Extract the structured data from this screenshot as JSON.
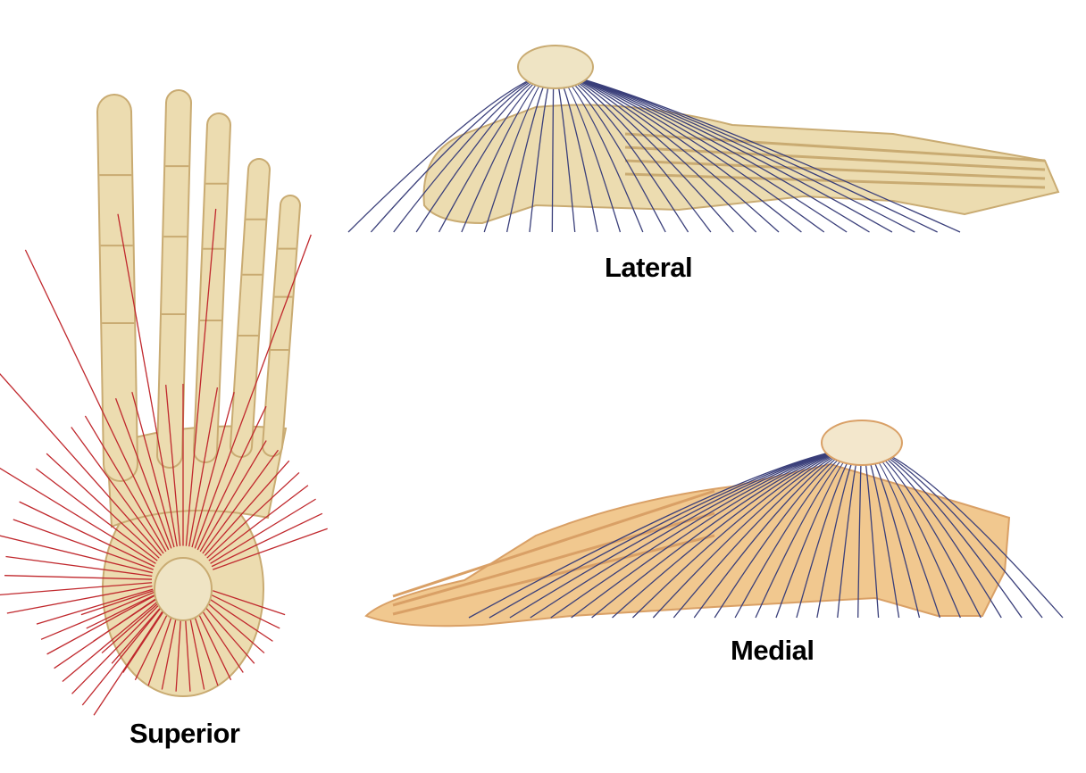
{
  "views": {
    "superior": {
      "label": "Superior"
    },
    "lateral": {
      "label": "Lateral"
    },
    "medial": {
      "label": "Medial"
    }
  },
  "colors": {
    "bone": "#ecdcb0",
    "bone_shade": "#c9ab72",
    "bone_medial": "#f1c88f",
    "superior_lines": "#c0282d",
    "side_lines": "#3a3f7a"
  }
}
